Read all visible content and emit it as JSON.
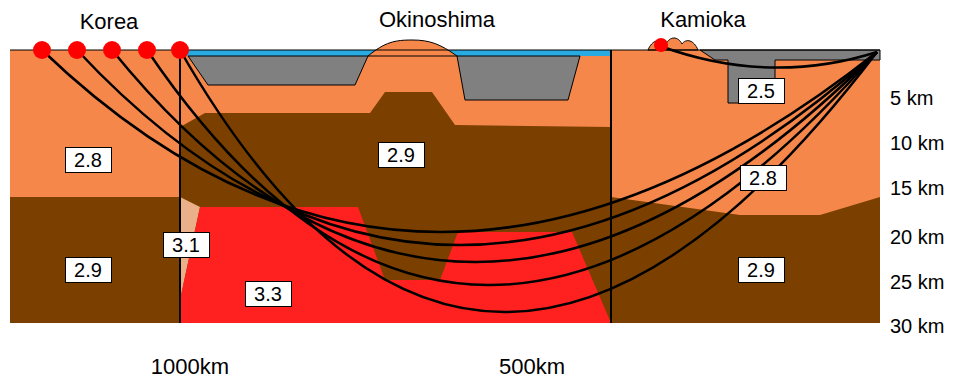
{
  "diagram": {
    "nodes": [
      {
        "text": [
          "2.5"
        ]
      },
      {
        "text": [
          "2.9"
        ]
      },
      {
        "text": [
          "2.8"
        ]
      },
      {
        "text": [
          "2.8"
        ]
      },
      {
        "text": [
          "3.1"
        ]
      },
      {
        "text": [
          "2.9"
        ]
      },
      {
        "text": [
          "2.9"
        ]
      },
      {
        "text": [
          "3.3"
        ]
      }
    ],
    "labels": [
      "Korea",
      "Okinoshima",
      "Kamioka",
      "5 km",
      "10 km",
      "15 km",
      "20 km",
      "25 km",
      "30 km",
      "1000km",
      "500km"
    ]
  }
}
